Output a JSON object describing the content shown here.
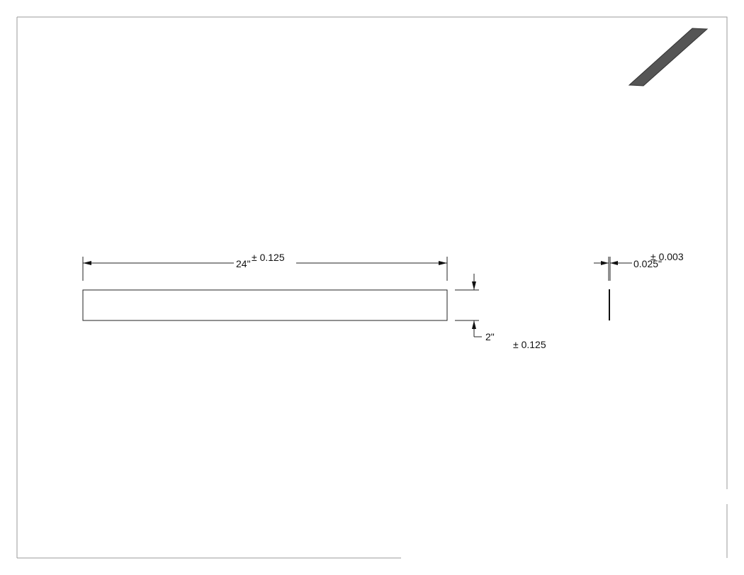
{
  "drawing": {
    "length_dim": {
      "value": "24\"",
      "tolerance": "± 0.125"
    },
    "width_dim": {
      "value": "2\"",
      "tolerance": "± 0.125"
    },
    "thickness_dim": {
      "value": "0.025\"",
      "tolerance": "± 0.003"
    },
    "iso_view_color": "#555555"
  }
}
